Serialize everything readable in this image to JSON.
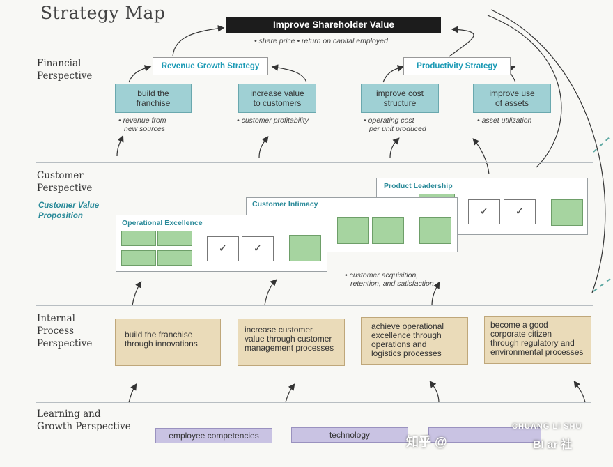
{
  "title": "Strategy Map",
  "top_box": "Improve Shareholder Value",
  "top_measures": "• share price  • return on capital employed",
  "perspectives": {
    "financial": [
      "Financial",
      "Perspective"
    ],
    "customer": [
      "Customer",
      "Perspective"
    ],
    "internal": [
      "Internal",
      "Process",
      "Perspective"
    ],
    "learning": [
      "Learning and",
      "Growth Perspective"
    ]
  },
  "customer_value_proposition": [
    "Customer Value",
    "Proposition"
  ],
  "strategies": {
    "revenue": "Revenue Growth Strategy",
    "productivity": "Productivity Strategy"
  },
  "financial_boxes": [
    {
      "lines": [
        "build the",
        "franchise"
      ],
      "measure": [
        "• revenue from",
        "new sources"
      ]
    },
    {
      "lines": [
        "increase value",
        "to customers"
      ],
      "measure": [
        "• customer profitability"
      ]
    },
    {
      "lines": [
        "improve cost",
        "structure"
      ],
      "measure": [
        "• operating cost",
        "per unit produced"
      ]
    },
    {
      "lines": [
        "improve use",
        "of assets"
      ],
      "measure": [
        "• asset utilization"
      ]
    }
  ],
  "customer_panels": {
    "product_leadership": "Product  Leadership",
    "customer_intimacy": "Customer Intimacy",
    "operational_excellence": "Operational Excellence"
  },
  "check_glyph": "✓",
  "customer_measures": [
    "• customer acquisition,",
    "retention, and satisfaction"
  ],
  "internal_boxes": [
    [
      "build the franchise",
      "through innovations"
    ],
    [
      "increase customer",
      "value through customer",
      "management processes"
    ],
    [
      "achieve operational",
      "excellence through",
      "operations and",
      "logistics processes"
    ],
    [
      "become a good",
      "corporate citizen",
      "through regulatory and",
      "environmental processes"
    ]
  ],
  "learning_boxes": [
    "employee competencies",
    "technology",
    ""
  ],
  "watermark": {
    "left": "知乎 @",
    "brand_top": "CHUANG LI SHU",
    "brand_mid": "BI ar 社"
  },
  "colors": {
    "teal": "#9fd0d4",
    "green": "#a6d4a0",
    "tan": "#eadbb9",
    "lavender": "#c9c3e3",
    "accent": "#1b9ab5"
  }
}
